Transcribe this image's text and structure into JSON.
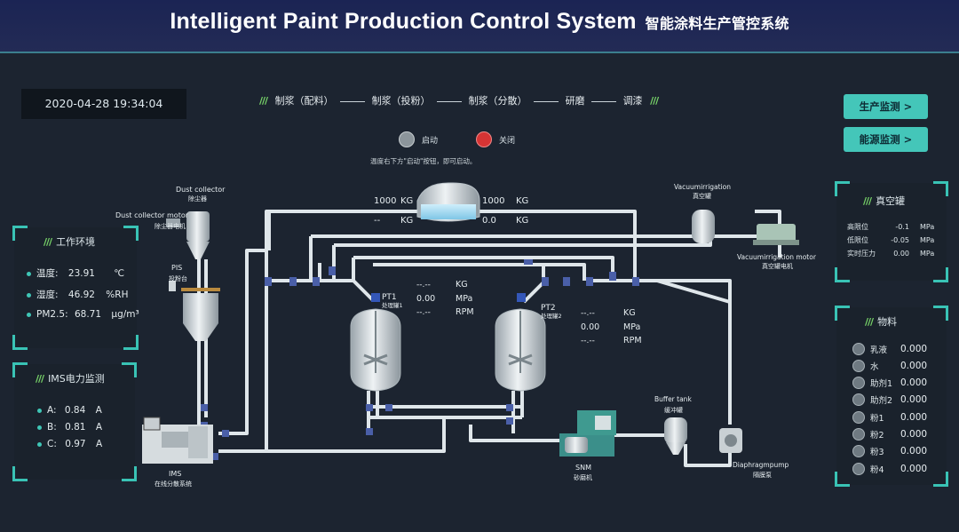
{
  "header": {
    "title_en": "Intelligent Paint Production Control System",
    "title_cn": "智能涂料生产管控系统"
  },
  "datetime": "2020-04-28 19:34:04",
  "process_steps": [
    "制浆（配料）",
    "制浆（投粉）",
    "制浆（分散）",
    "研磨",
    "调漆"
  ],
  "nav": {
    "production": "生产监测 >",
    "energy": "能源监测 >"
  },
  "controls": {
    "start": "启动",
    "stop": "关闭",
    "hint": "温度右下方\"启动\"按钮，即可启动。",
    "start_color": "#8c959b",
    "stop_color": "#d63434"
  },
  "work_env": {
    "title": "工作环境",
    "temp_label": "温度:",
    "temp_value": "23.91",
    "temp_unit": "℃",
    "humid_label": "湿度:",
    "humid_value": "46.92",
    "humid_unit": "%RH",
    "pm_label": "PM2.5:",
    "pm_value": "68.71",
    "pm_unit": "μg/m³"
  },
  "ims": {
    "title": "IMS电力监测",
    "a_label": "A:",
    "a_value": "0.84",
    "a_unit": "A",
    "b_label": "B:",
    "b_value": "0.81",
    "b_unit": "A",
    "c_label": "C:",
    "c_value": "0.97",
    "c_unit": "A"
  },
  "vacuum": {
    "title": "真空罐",
    "rows": [
      {
        "label": "高限位",
        "value": "-0.1",
        "unit": "MPa"
      },
      {
        "label": "低限位",
        "value": "-0.05",
        "unit": "MPa"
      },
      {
        "label": "实时压力",
        "value": "0.00",
        "unit": "MPa"
      }
    ]
  },
  "materials": {
    "title": "物料",
    "items": [
      {
        "label": "乳液",
        "value": "0.000"
      },
      {
        "label": "水",
        "value": "0.000"
      },
      {
        "label": "助剂1",
        "value": "0.000"
      },
      {
        "label": "助剂2",
        "value": "0.000"
      },
      {
        "label": "粉1",
        "value": "0.000"
      },
      {
        "label": "粉2",
        "value": "0.000"
      },
      {
        "label": "粉3",
        "value": "0.000"
      },
      {
        "label": "粉4",
        "value": "0.000"
      }
    ]
  },
  "diagram": {
    "dust_collector_en": "Dust collector",
    "dust_collector_cn": "除尘器",
    "dust_motor_en": "Dust collector motor",
    "dust_motor_cn": "除尘器电机",
    "pis_en": "PIS",
    "pis_cn": "投粉台",
    "ims_en": "IMS",
    "ims_cn": "在线分散系统",
    "top_tank_left_1": "1000",
    "top_tank_left_1_unit": "KG",
    "top_tank_left_2": "--",
    "top_tank_left_2_unit": "KG",
    "top_tank_right_1": "1000",
    "top_tank_right_1_unit": "KG",
    "top_tank_right_2": "0.0",
    "top_tank_right_2_unit": "KG",
    "pt1_label": "PT1",
    "pt1_cn": "处理罐1",
    "pt1_v1": "--.--",
    "pt1_u1": "KG",
    "pt1_v2": "0.00",
    "pt1_u2": "MPa",
    "pt1_v3": "--.--",
    "pt1_u3": "RPM",
    "pt2_label": "PT2",
    "pt2_cn": "处理罐2",
    "pt2_v1": "--.--",
    "pt2_u1": "KG",
    "pt2_v2": "0.00",
    "pt2_u2": "MPa",
    "pt2_v3": "--.--",
    "pt2_u3": "RPM",
    "vac_irrigation_en": "Vacuumirrigation",
    "vac_irrigation_cn": "真空罐",
    "vac_motor_en": "Vacuumirrigation motor",
    "vac_motor_cn": "真空罐电机",
    "buffer_en": "Buffer tank",
    "buffer_cn": "缓冲罐",
    "snm_en": "SNM",
    "snm_cn": "砂磨机",
    "diaphragm_en": "Diaphragmpump",
    "diaphragm_cn": "隔膜泵"
  }
}
